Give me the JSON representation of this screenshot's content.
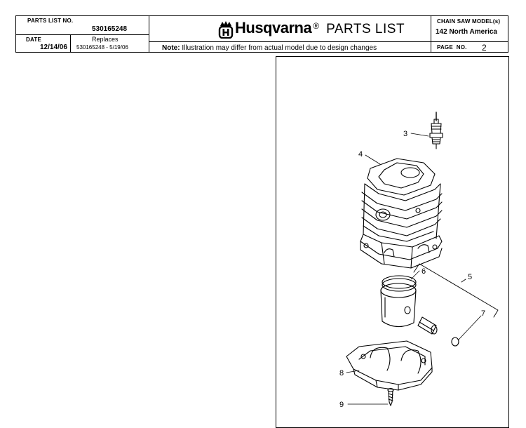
{
  "header": {
    "parts_list_no_label": "PARTS LIST NO.",
    "parts_list_no": "530165248",
    "date_label": "DATE",
    "date": "12/14/06",
    "replaces_label": "Replaces",
    "replaces": "530165248 - 5/19/06",
    "brand_name": "Husqvarna",
    "brand_reg": "®",
    "brand_suffix": "PARTS LIST",
    "note_label": "Note:",
    "note_text": " Illustration may differ from actual model due to design changes",
    "model_label": "CHAIN SAW MODEL(s)",
    "model": "142 North America",
    "page_label": "PAGE  NO.",
    "page_no": "2"
  },
  "figure": {
    "callouts": [
      "3",
      "4",
      "5",
      "6",
      "7",
      "8",
      "9"
    ]
  },
  "icons": {
    "brand_logo": "husqvarna-crown-h-icon"
  }
}
